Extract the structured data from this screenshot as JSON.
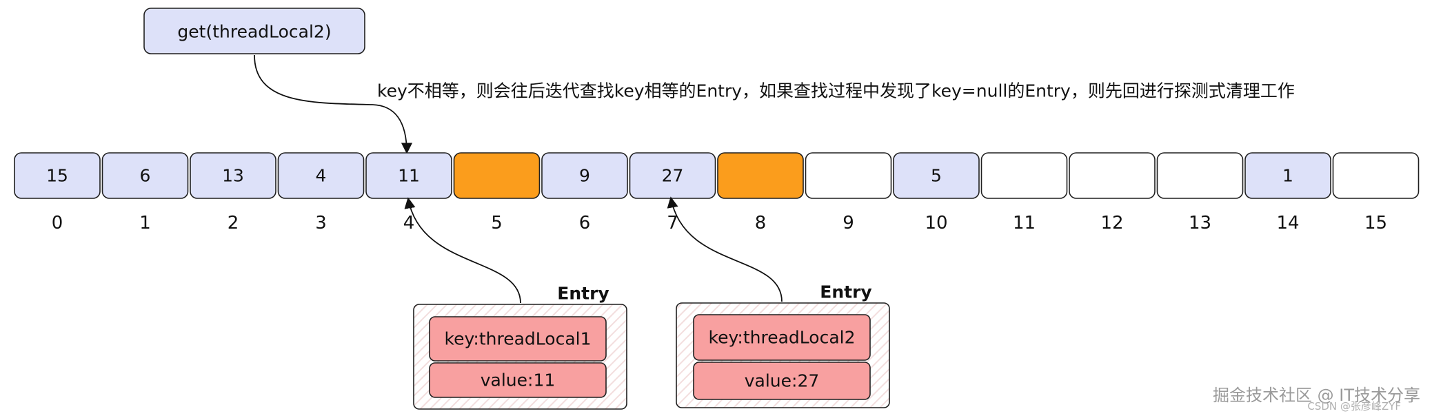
{
  "call_label": "get(threadLocal2)",
  "annotation": "key不相等，则会往后迭代查找key相等的Entry，如果查找过程中发现了key=null的Entry，则先回进行探测式清理工作",
  "colors": {
    "occupied": "#dde1f9",
    "stale": "#fb9d1c",
    "empty": "#ffffff",
    "entry_field": "#f8a0a0"
  },
  "table": {
    "cells": [
      {
        "index": "0",
        "value": "15",
        "state": "occupied"
      },
      {
        "index": "1",
        "value": "6",
        "state": "occupied"
      },
      {
        "index": "2",
        "value": "13",
        "state": "occupied"
      },
      {
        "index": "3",
        "value": "4",
        "state": "occupied"
      },
      {
        "index": "4",
        "value": "11",
        "state": "occupied"
      },
      {
        "index": "5",
        "value": "",
        "state": "stale"
      },
      {
        "index": "6",
        "value": "9",
        "state": "occupied"
      },
      {
        "index": "7",
        "value": "27",
        "state": "occupied"
      },
      {
        "index": "8",
        "value": "",
        "state": "stale"
      },
      {
        "index": "9",
        "value": "",
        "state": "empty"
      },
      {
        "index": "10",
        "value": "5",
        "state": "occupied"
      },
      {
        "index": "11",
        "value": "",
        "state": "empty"
      },
      {
        "index": "12",
        "value": "",
        "state": "empty"
      },
      {
        "index": "13",
        "value": "",
        "state": "empty"
      },
      {
        "index": "14",
        "value": "1",
        "state": "occupied"
      },
      {
        "index": "15",
        "value": "",
        "state": "empty"
      }
    ]
  },
  "entries": [
    {
      "title": "Entry",
      "key": "key:threadLocal1",
      "value": "value:11"
    },
    {
      "title": "Entry",
      "key": "key:threadLocal2",
      "value": "value:27"
    }
  ],
  "watermark": {
    "main": "掘金技术社区 @ IT技术分享",
    "sub": "CSDN @张彦峰ZYF"
  }
}
